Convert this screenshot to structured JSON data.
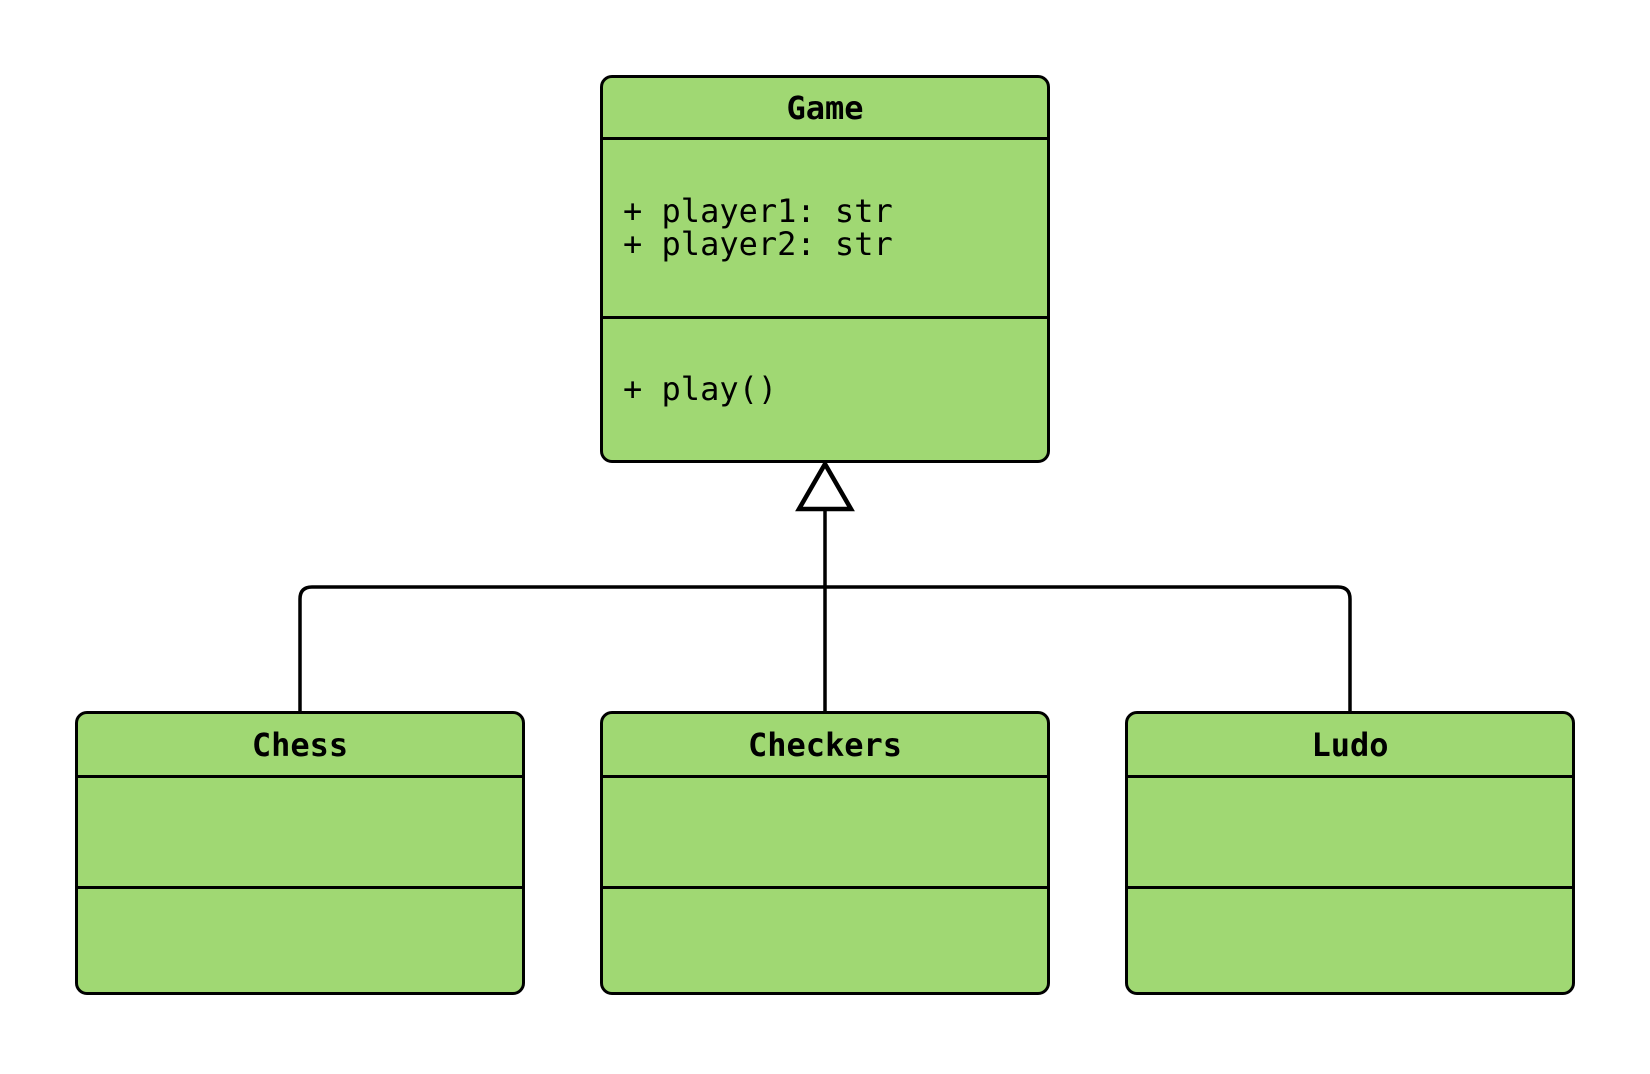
{
  "diagram_type": "uml-class-diagram",
  "colors": {
    "node_fill": "#A0D873",
    "node_stroke": "#000000",
    "text": "#000000",
    "background": "#FFFFFF",
    "arrowhead_fill": "#FFFFFF"
  },
  "classes": [
    {
      "id": "game",
      "title": "Game",
      "attributes": [
        "+ player1: str",
        "+ player2: str"
      ],
      "methods": [
        "+ play()"
      ]
    },
    {
      "id": "chess",
      "title": "Chess",
      "attributes": [],
      "methods": []
    },
    {
      "id": "checkers",
      "title": "Checkers",
      "attributes": [],
      "methods": []
    },
    {
      "id": "ludo",
      "title": "Ludo",
      "attributes": [],
      "methods": []
    }
  ],
  "relations": [
    {
      "type": "inheritance",
      "from": "Chess",
      "to": "Game"
    },
    {
      "type": "inheritance",
      "from": "Checkers",
      "to": "Game"
    },
    {
      "type": "inheritance",
      "from": "Ludo",
      "to": "Game"
    }
  ]
}
